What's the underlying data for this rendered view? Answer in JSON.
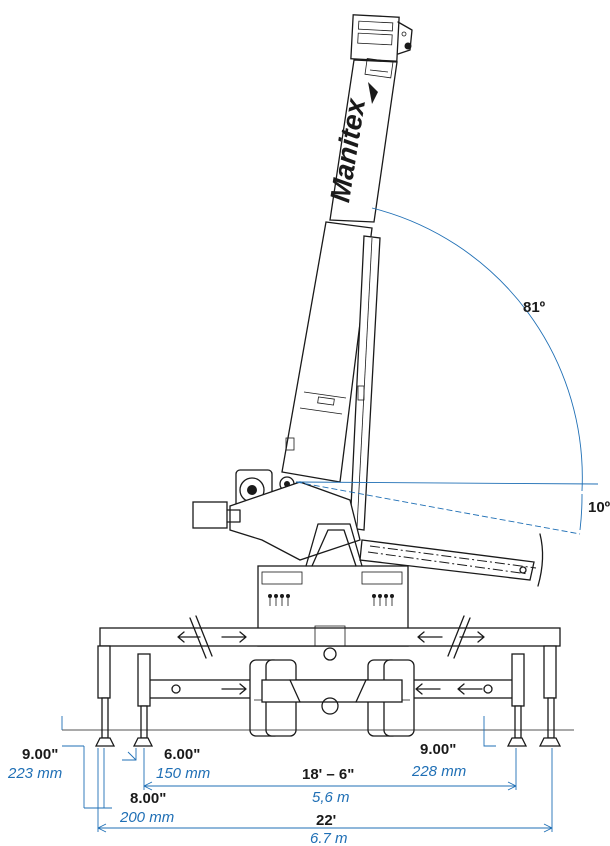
{
  "brand": {
    "logo_text": "Manitex"
  },
  "angles": {
    "boom_max": "81º",
    "boom_min": "10º"
  },
  "dimensions": {
    "pad_left_height_in": "9.00\"",
    "pad_left_height_mm": "223 mm",
    "pad_offset_in": "6.00\"",
    "pad_offset_mm": "150 mm",
    "inner_span_ft": "18' – 6\"",
    "inner_span_m": "5,6 m",
    "pad_right_height_in": "9.00\"",
    "pad_right_height_mm": "228 mm",
    "outrigger_offset_in": "8.00\"",
    "outrigger_offset_mm": "200 mm",
    "total_span_ft": "22'",
    "total_span_m": "6.7 m"
  },
  "colors": {
    "ink": "#1a1a1a",
    "dimension": "#1f6fb5"
  }
}
